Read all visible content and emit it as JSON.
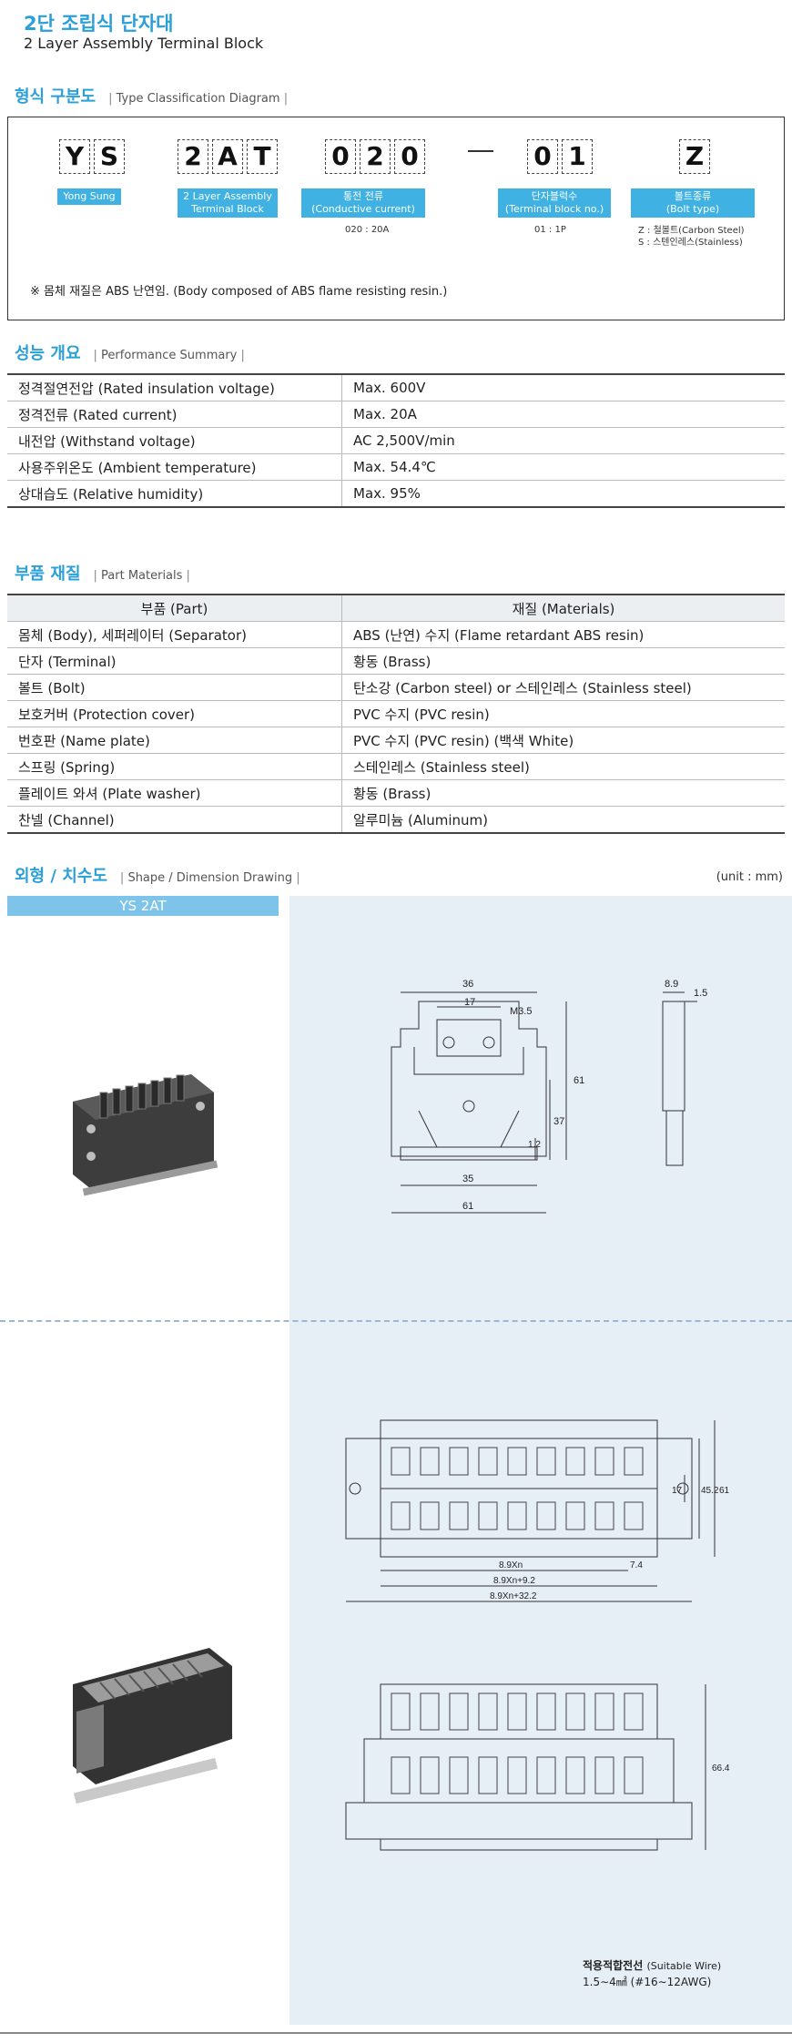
{
  "header": {
    "title_ko": "2단 조립식 단자대",
    "title_en": "2 Layer Assembly Terminal Block"
  },
  "type_section": {
    "heading_ko": "형식 구분도",
    "heading_en": "Type Classification Diagram",
    "codes": [
      {
        "chars": [
          "Y",
          "S"
        ],
        "label": "Yong Sung",
        "sub": ""
      },
      {
        "chars": [
          "2",
          "A",
          "T"
        ],
        "label": "2 Layer Assembly\nTerminal Block",
        "sub": ""
      },
      {
        "chars": [
          "0",
          "2",
          "0"
        ],
        "label": "통전 전류\n(Conductive current)",
        "sub": "020 : 20A"
      },
      {
        "chars": [
          "0",
          "1"
        ],
        "label": "단자블럭수\n(Terminal block no.)",
        "sub": "01 : 1P"
      },
      {
        "chars": [
          "Z"
        ],
        "label": "볼트종류\n(Bolt type)",
        "sub": "Z : 철볼트(Carbon Steel)\nS : 스텐인레스(Stainless)"
      }
    ],
    "note": "※  몸체 재질은  ABS 난연임. (Body composed of ABS flame resisting resin.)"
  },
  "performance": {
    "heading_ko": "성능 개요",
    "heading_en": "Performance Summary",
    "rows": [
      [
        "정격절연전압 (Rated insulation voltage)",
        "Max. 600V"
      ],
      [
        "정격전류 (Rated current)",
        "Max. 20A"
      ],
      [
        "내전압 (Withstand voltage)",
        "AC 2,500V/min"
      ],
      [
        "사용주위온도 (Ambient temperature)",
        "Max. 54.4℃"
      ],
      [
        "상대습도 (Relative humidity)",
        "Max. 95%"
      ]
    ]
  },
  "materials": {
    "heading_ko": "부품 재질",
    "heading_en": "Part Materials",
    "col_part": "부품 (Part)",
    "col_material": "재질 (Materials)",
    "rows": [
      [
        "몸체 (Body), 세퍼레이터 (Separator)",
        "ABS (난연) 수지 (Flame retardant ABS resin)"
      ],
      [
        "단자 (Terminal)",
        "황동 (Brass)"
      ],
      [
        "볼트 (Bolt)",
        "탄소강 (Carbon steel) or 스테인레스 (Stainless steel)"
      ],
      [
        "보호커버 (Protection cover)",
        "PVC 수지 (PVC resin)"
      ],
      [
        "번호판 (Name plate)",
        "PVC 수지 (PVC resin) (백색 White)"
      ],
      [
        "스프링 (Spring)",
        "스테인레스 (Stainless steel)"
      ],
      [
        "플레이트 와셔 (Plate washer)",
        "황동 (Brass)"
      ],
      [
        "찬넬 (Channel)",
        "알루미늄 (Aluminum)"
      ]
    ]
  },
  "shape": {
    "heading_ko": "외형 / 치수도",
    "heading_en": "Shape / Dimension Drawing",
    "unit": "(unit : mm)",
    "model": "YS 2AT",
    "dims_side": {
      "top": "36",
      "inner": "17",
      "screw": "M3.5",
      "height": "61",
      "mid": "37",
      "gap": "1.2",
      "base": "35",
      "bottom": "61"
    },
    "dims_profile": {
      "width": "8.9",
      "small": "1.5"
    },
    "dims_plan": {
      "pitch": "8.9Xn",
      "mid": "8.9Xn+9.2",
      "full": "8.9Xn+32.2",
      "left": "7.4",
      "h1": "17",
      "h2": "45.2",
      "h3": "61"
    },
    "dims_front": {
      "height": "66.4"
    },
    "wire_title": "적용적합전선",
    "wire_title_en": "(Suitable Wire)",
    "wire_spec": "1.5∼4㎟  (#16∼12AWG)"
  },
  "colors": {
    "accent": "#2a9fd8",
    "tag": "#3fb1e3",
    "panel": "#e6eef6"
  }
}
